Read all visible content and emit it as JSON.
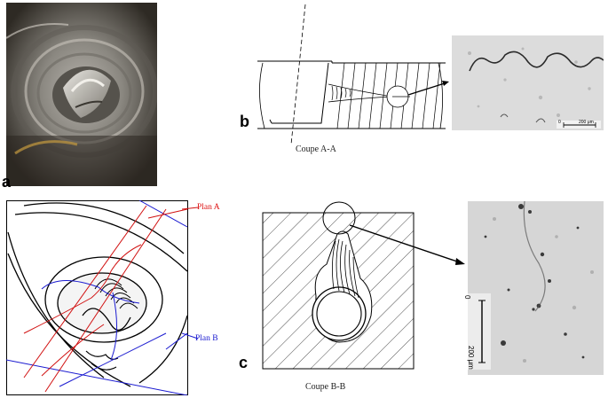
{
  "panels": {
    "a": {
      "letter": "a"
    },
    "b": {
      "letter": "b",
      "section_caption": "Coupe A-A",
      "scale": {
        "zero": "0",
        "value": "200 μm"
      }
    },
    "c": {
      "letter": "c",
      "section_caption": "Coupe B-B",
      "scale": {
        "zero": "0",
        "value": "200 μm"
      }
    },
    "cad": {
      "plan_a_label": "Plan A",
      "plan_b_label": "Plan B"
    }
  },
  "colors": {
    "plan_a": "#d11111",
    "plan_b": "#1a1ad0"
  }
}
